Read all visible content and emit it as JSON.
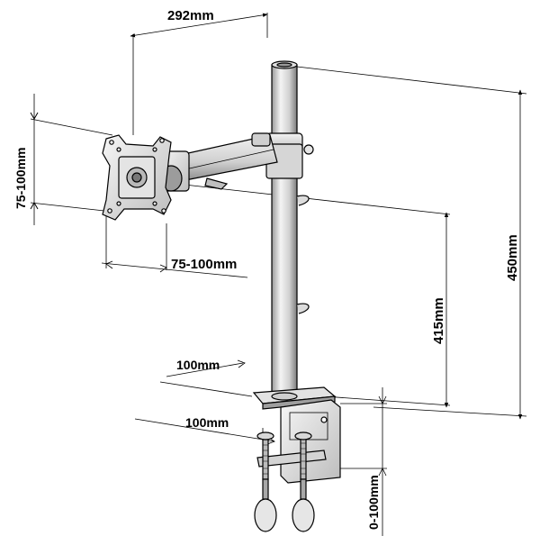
{
  "dimensions": {
    "arm_length": "292mm",
    "vesa_vertical": "75-100mm",
    "vesa_horizontal": "75-100mm",
    "pole_height": "450mm",
    "arm_height": "415mm",
    "base_width": "100mm",
    "clamp_width": "100mm",
    "clamp_range": "0-100mm"
  },
  "colors": {
    "line": "#000000",
    "metal_light": "#e8e8e8",
    "metal_mid": "#c8c8c8",
    "metal_dark": "#8a8a8a"
  }
}
